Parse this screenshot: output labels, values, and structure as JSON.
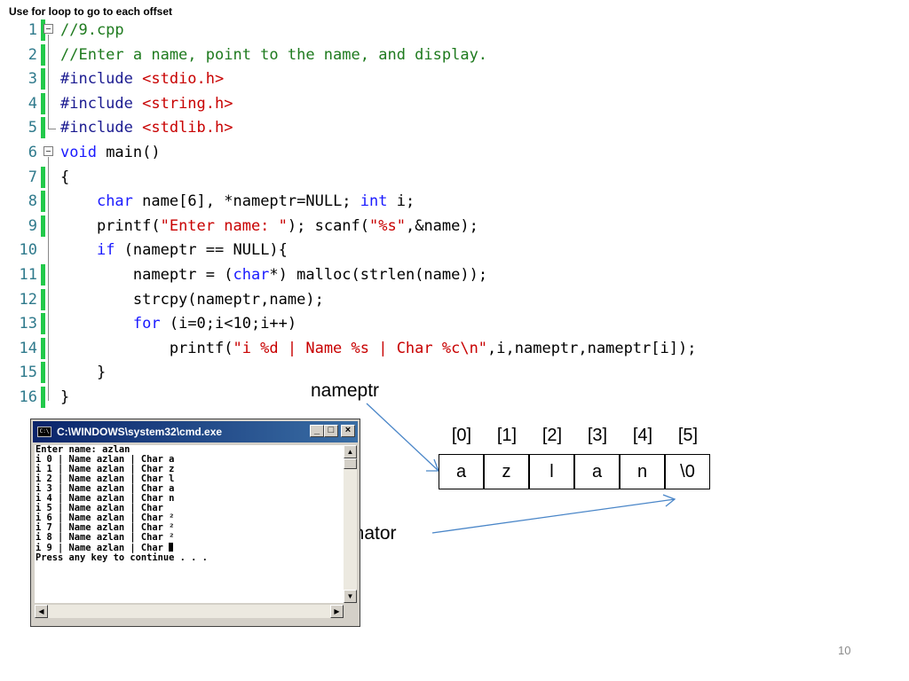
{
  "heading": "Use for loop to go to each offset",
  "code": {
    "lines": [
      {
        "num": "1",
        "text": "//9.cpp"
      },
      {
        "num": "2",
        "text": "//Enter a name, point to the name, and display."
      },
      {
        "num": "3",
        "text": "#include <stdio.h>"
      },
      {
        "num": "4",
        "text": "#include <string.h>"
      },
      {
        "num": "5",
        "text": "#include <stdlib.h>"
      },
      {
        "num": "6",
        "text": "void main()"
      },
      {
        "num": "7",
        "text": "{"
      },
      {
        "num": "8",
        "text": "    char name[6], *nameptr=NULL; int i;"
      },
      {
        "num": "9",
        "text": "    printf(\"Enter name: \"); scanf(\"%s\",&name);"
      },
      {
        "num": "10",
        "text": "    if (nameptr == NULL){"
      },
      {
        "num": "11",
        "text": "        nameptr = (char*) malloc(strlen(name));"
      },
      {
        "num": "12",
        "text": "        strcpy(nameptr,name);"
      },
      {
        "num": "13",
        "text": "        for (i=0;i<10;i++)"
      },
      {
        "num": "14",
        "text": "            printf(\"i %d | Name %s | Char %c\\n\",i,nameptr,nameptr[i]);"
      },
      {
        "num": "15",
        "text": "    }"
      },
      {
        "num": "16",
        "text": "}"
      }
    ]
  },
  "labels": {
    "nameptr": "nameptr",
    "null_terminator": "Null terminator"
  },
  "array": {
    "indices": [
      "[0]",
      "[1]",
      "[2]",
      "[3]",
      "[4]",
      "[5]"
    ],
    "cells": [
      "a",
      "z",
      "l",
      "a",
      "n",
      "\\0"
    ]
  },
  "cmd": {
    "title": "C:\\WINDOWS\\system32\\cmd.exe",
    "minimize": "_",
    "maximize": "□",
    "close": "×",
    "output_lines": [
      "Enter name: azlan",
      "i 0 | Name azlan | Char a",
      "i 1 | Name azlan | Char z",
      "i 2 | Name azlan | Char l",
      "i 3 | Name azlan | Char a",
      "i 4 | Name azlan | Char n",
      "i 5 | Name azlan | Char",
      "i 6 | Name azlan | Char ²",
      "i 7 | Name azlan | Char ²",
      "i 8 | Name azlan | Char ²",
      "i 9 | Name azlan | Char ",
      "Press any key to continue . . ."
    ]
  },
  "page_number": "10",
  "colors": {
    "keyword": "#1a1aff",
    "string": "#c80000",
    "comment": "#1e7a1e",
    "change_bar": "#22c94a",
    "line_number": "#2f7a8c",
    "arrow": "#4a86c8"
  },
  "icons": {
    "fold": "fold-minus-icon",
    "cmd_app": "cmd-app-icon"
  }
}
